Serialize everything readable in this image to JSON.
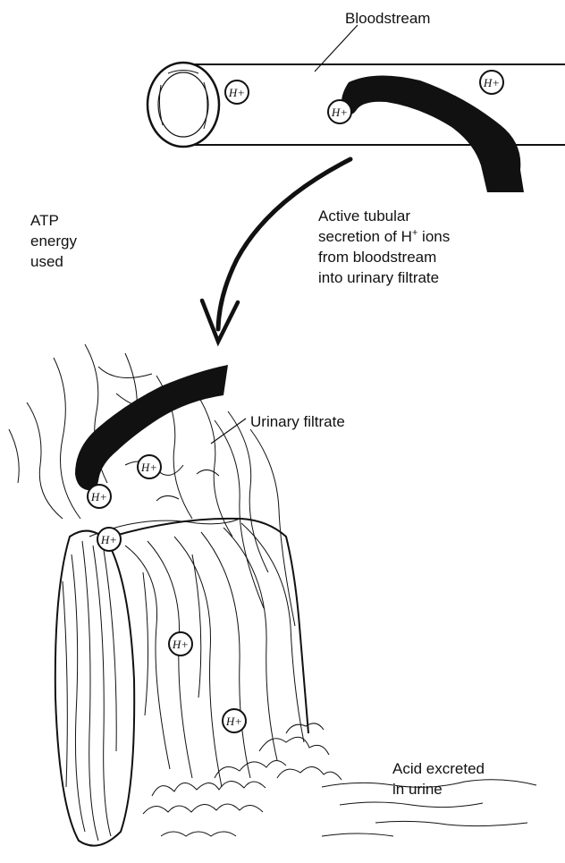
{
  "labels": {
    "bloodstream": "Bloodstream",
    "atp_line1": "ATP",
    "atp_line2": "energy",
    "atp_line3": "used",
    "secretion_line1": "Active tubular",
    "secretion_line2_prefix": "secretion of H",
    "secretion_line2_sup": "+",
    "secretion_line2_suffix": " ions",
    "secretion_line3": "from bloodstream",
    "secretion_line4": "into urinary filtrate",
    "urinary_filtrate": "Urinary filtrate",
    "acid_line1": "Acid excreted",
    "acid_line2": "in urine"
  },
  "ion_label": "H+",
  "colors": {
    "ink": "#111111",
    "background": "#ffffff"
  }
}
